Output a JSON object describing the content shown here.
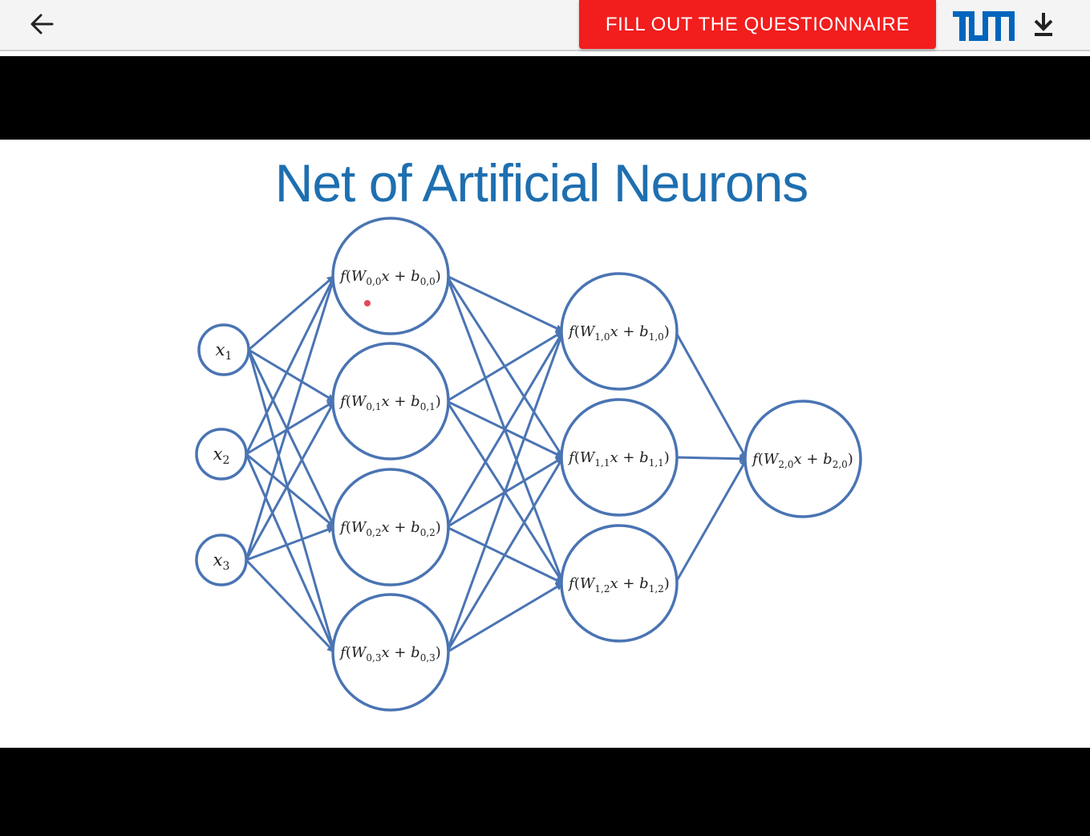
{
  "header": {
    "back_icon": "arrow-left-icon",
    "cta_label": "FILL OUT THE QUESTIONNAIRE",
    "logo_name": "tum-logo",
    "download_icon": "download-icon",
    "colors": {
      "cta": "#f21d1d",
      "logo": "#0065bd"
    }
  },
  "slide": {
    "title": "Net of Artificial Neurons",
    "line_color": "#4a74b3",
    "inputs": [
      {
        "var": "x",
        "sub": "1"
      },
      {
        "var": "x",
        "sub": "2"
      },
      {
        "var": "x",
        "sub": "3"
      }
    ],
    "layers": [
      [
        {
          "w": "W",
          "idx": "0,0",
          "b": "b"
        },
        {
          "w": "W",
          "idx": "0,1",
          "b": "b"
        },
        {
          "w": "W",
          "idx": "0,2",
          "b": "b"
        },
        {
          "w": "W",
          "idx": "0,3",
          "b": "b"
        }
      ],
      [
        {
          "w": "W",
          "idx": "1,0",
          "b": "b"
        },
        {
          "w": "W",
          "idx": "1,1",
          "b": "b"
        },
        {
          "w": "W",
          "idx": "1,2",
          "b": "b"
        }
      ],
      [
        {
          "w": "W",
          "idx": "2,0",
          "b": "b"
        }
      ]
    ]
  }
}
